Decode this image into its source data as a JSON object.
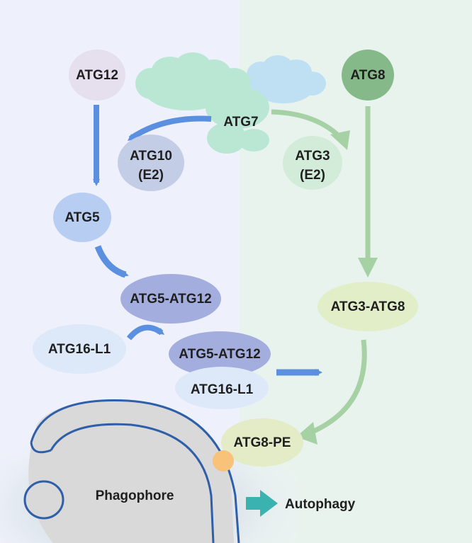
{
  "nodes": {
    "atg12": "ATG12",
    "atg8": "ATG8",
    "atg7": "ATG7",
    "atg10": {
      "line1": "ATG10",
      "line2": "(E2)"
    },
    "atg3": {
      "line1": "ATG3",
      "line2": "(E2)"
    },
    "atg5": "ATG5",
    "atg5_atg12": "ATG5-ATG12",
    "atg3_atg8": "ATG3-ATG8",
    "atg16_l1": "ATG16-L1",
    "complex": {
      "line1": "ATG5-ATG12",
      "line2": "ATG16-L1"
    },
    "atg8_pe": "ATG8-PE",
    "phagophore": "Phagophore",
    "autophagy": "Autophagy"
  },
  "colors": {
    "left_background": "#eef1fb",
    "right_background": "#e9f3ee",
    "phagophore_glow": "#dfe6ec",
    "phagophore_fill": "#d9d9d9",
    "membrane": "#2e5fa8",
    "arrow_blue": "#5b8fe0",
    "arrow_green": "#a6d1a4",
    "arrow_teal": "#3ab3b0",
    "atg12_node": "#e5dfee",
    "atg8_node": "#86b98a",
    "atg7_cloud_green": "#b9e7d3",
    "atg7_cloud_blue": "#bfe0f3",
    "atg10_node": "#c4cde6",
    "atg3_node": "#d2ecd9",
    "atg5_node": "#b7cdf2",
    "atg5_atg12_node": "#a4aede",
    "atg3_atg8_node": "#e2eec8",
    "atg16_node": "#dde8f9",
    "atg8_pe_node": "#e3ecc6",
    "pe_dot": "#f9c27b"
  }
}
